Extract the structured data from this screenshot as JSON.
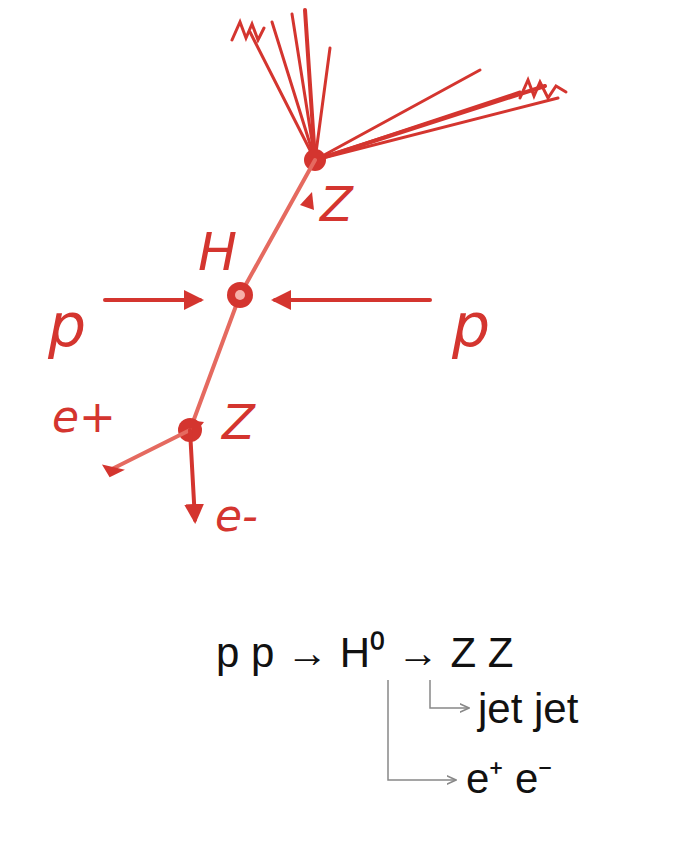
{
  "diagram": {
    "labels": [
      "p",
      "H",
      "p",
      "Z",
      "e+",
      "Z",
      "e-",
      "p p → H⁰ → Z Z",
      "jet jet",
      "e⁺ e⁻"
    ]
  }
}
